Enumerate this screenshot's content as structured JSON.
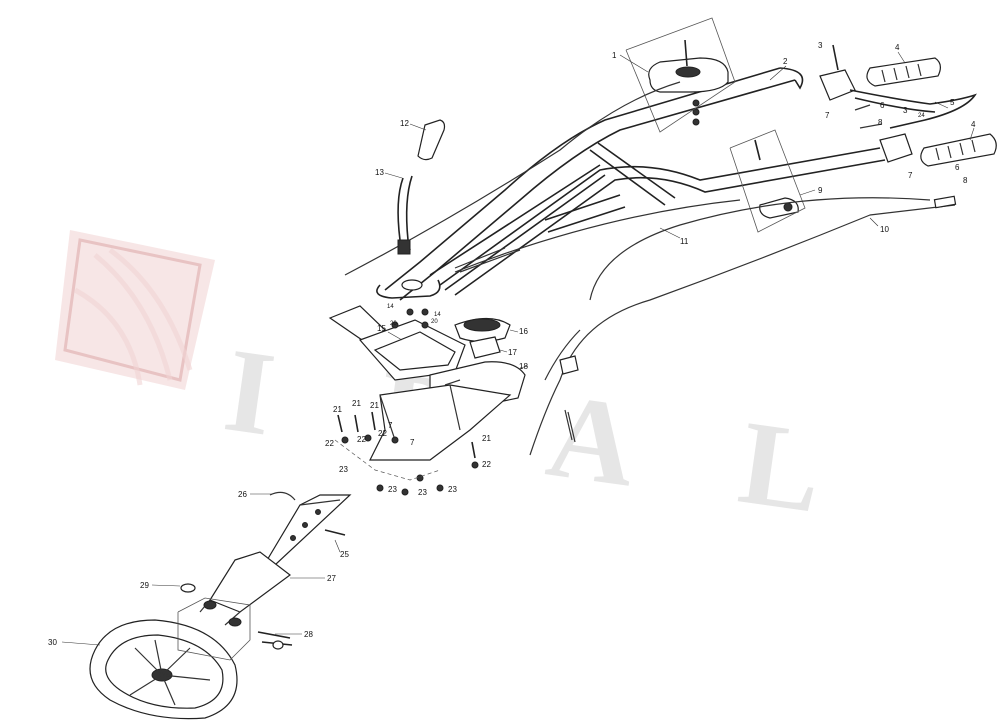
{
  "watermark": {
    "text": "IPAL",
    "color": "#d33a3a"
  },
  "callouts": [
    {
      "id": "c1",
      "text": "1"
    },
    {
      "id": "c2",
      "text": "2"
    },
    {
      "id": "c3a",
      "text": "3"
    },
    {
      "id": "c3b",
      "text": "3"
    },
    {
      "id": "c4a",
      "text": "4"
    },
    {
      "id": "c4b",
      "text": "4"
    },
    {
      "id": "c5",
      "text": "5"
    },
    {
      "id": "c6a",
      "text": "6"
    },
    {
      "id": "c6b",
      "text": "6"
    },
    {
      "id": "c7a",
      "text": "7"
    },
    {
      "id": "c7b",
      "text": "7"
    },
    {
      "id": "c7c",
      "text": "7"
    },
    {
      "id": "c7d",
      "text": "7"
    },
    {
      "id": "c8a",
      "text": "8"
    },
    {
      "id": "c8b",
      "text": "8"
    },
    {
      "id": "c9",
      "text": "9"
    },
    {
      "id": "c10",
      "text": "10"
    },
    {
      "id": "c11",
      "text": "11"
    },
    {
      "id": "c12",
      "text": "12"
    },
    {
      "id": "c13",
      "text": "13"
    },
    {
      "id": "c14a",
      "text": "14"
    },
    {
      "id": "c14b",
      "text": "14"
    },
    {
      "id": "c15",
      "text": "15"
    },
    {
      "id": "c16",
      "text": "16"
    },
    {
      "id": "c17",
      "text": "17"
    },
    {
      "id": "c18",
      "text": "18"
    },
    {
      "id": "c20a",
      "text": "20"
    },
    {
      "id": "c20b",
      "text": "20"
    },
    {
      "id": "c21a",
      "text": "21"
    },
    {
      "id": "c21b",
      "text": "21"
    },
    {
      "id": "c21c",
      "text": "21"
    },
    {
      "id": "c21d",
      "text": "21"
    },
    {
      "id": "c22a",
      "text": "22"
    },
    {
      "id": "c22b",
      "text": "22"
    },
    {
      "id": "c22c",
      "text": "22"
    },
    {
      "id": "c22d",
      "text": "22"
    },
    {
      "id": "c23a",
      "text": "23"
    },
    {
      "id": "c23b",
      "text": "23"
    },
    {
      "id": "c23c",
      "text": "23"
    },
    {
      "id": "c23d",
      "text": "23"
    },
    {
      "id": "c24",
      "text": "24"
    },
    {
      "id": "c25",
      "text": "25"
    },
    {
      "id": "c26",
      "text": "26"
    },
    {
      "id": "c27",
      "text": "27"
    },
    {
      "id": "c28",
      "text": "28"
    },
    {
      "id": "c29",
      "text": "29"
    },
    {
      "id": "c30",
      "text": "30"
    }
  ]
}
